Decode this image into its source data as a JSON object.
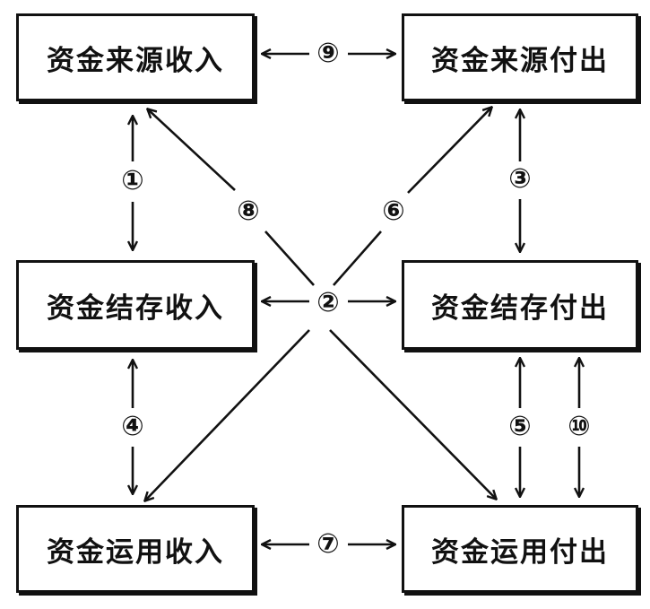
{
  "boxes": {
    "source_income": "资金来源收入",
    "source_payment": "资金来源付出",
    "balance_income": "资金结存收入",
    "balance_payment": "资金结存付出",
    "usage_income": "资金运用收入",
    "usage_payment": "资金运用付出"
  },
  "labels": {
    "l1": "①",
    "l2": "②",
    "l3": "③",
    "l4": "④",
    "l5": "⑤",
    "l6": "⑥",
    "l7": "⑦",
    "l8": "⑧",
    "l9": "⑨",
    "l10": "⑩"
  }
}
